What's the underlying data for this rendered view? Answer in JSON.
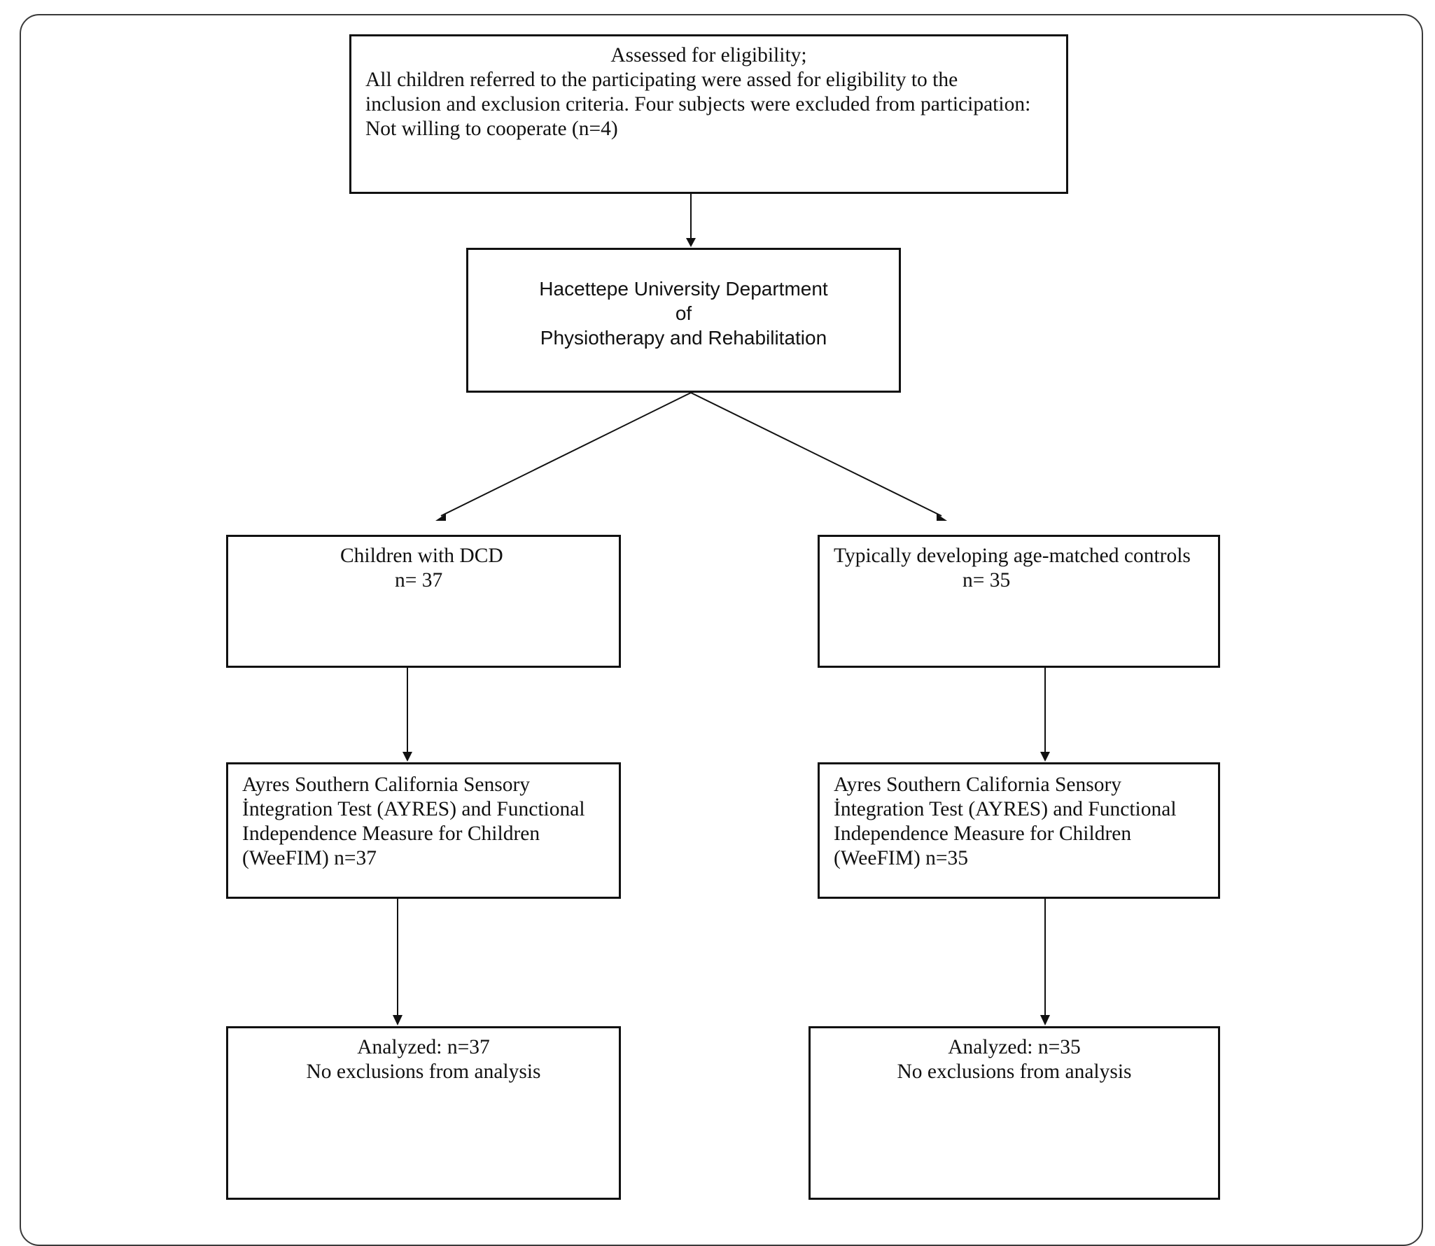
{
  "diagram": {
    "type": "flowchart",
    "eligibility": {
      "title": "Assessed for eligibility;",
      "lines": [
        "All children referred to the participating were assed for eligibility to the",
        "inclusion and exclusion criteria. Four subjects were excluded from participation:",
        "Not willing to cooperate (n=4)"
      ]
    },
    "institution": {
      "lines": [
        "Hacettepe University Department",
        "of",
        "Physiotherapy and Rehabilitation"
      ]
    },
    "dcd_group": {
      "title": "Children with DCD",
      "count": "n= 37"
    },
    "control_group": {
      "title": "Typically developing age-matched controls",
      "count": "n= 35"
    },
    "dcd_tests": {
      "lines": [
        "Ayres Southern California Sensory",
        "İntegration Test (AYRES) and Functional",
        "Independence Measure for Children",
        "(WeeFIM) n=37"
      ]
    },
    "control_tests": {
      "lines": [
        "Ayres Southern California Sensory",
        "İntegration Test  (AYRES) and Functional",
        "Independence Measure for Children",
        "(WeeFIM) n=35"
      ]
    },
    "dcd_analyzed": {
      "title": "Analyzed: n=37",
      "note": "No exclusions from analysis"
    },
    "control_analyzed": {
      "title": "Analyzed: n=35",
      "note": "No exclusions from analysis"
    },
    "edges": [
      {
        "from": "eligibility",
        "to": "institution"
      },
      {
        "from": "institution",
        "to": "dcd_group"
      },
      {
        "from": "institution",
        "to": "control_group"
      },
      {
        "from": "dcd_group",
        "to": "dcd_tests"
      },
      {
        "from": "control_group",
        "to": "control_tests"
      },
      {
        "from": "dcd_tests",
        "to": "dcd_analyzed"
      },
      {
        "from": "control_tests",
        "to": "control_analyzed"
      }
    ],
    "colors": {
      "stroke": "#111111",
      "text": "#111111",
      "frame": "#3a3a3a",
      "background": "#ffffff"
    }
  }
}
